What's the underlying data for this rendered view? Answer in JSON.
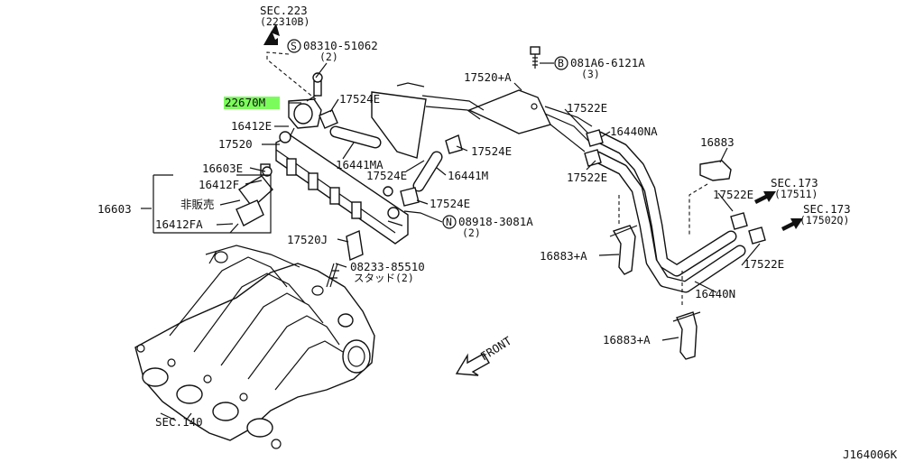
{
  "labels": {
    "sec223": "SEC.223",
    "sec223_sub": "(22310B)",
    "s_code": "S",
    "bolt_08310": "08310-51062",
    "qty_2a": "(2)",
    "b_code": "B",
    "bolt_081a6": "081A6-6121A",
    "qty_3": "(3)",
    "p22670m": "22670M",
    "p16412e": "16412E",
    "p17520": "17520",
    "p17524e_1": "17524E",
    "p17520a": "17520+A",
    "p17522e_1": "17522E",
    "p16440na": "16440NA",
    "p16883": "16883",
    "p17524e_2": "17524E",
    "p16441ma": "16441MA",
    "p17524e_3": "17524E",
    "p16441m": "16441M",
    "p17522e_2": "17522E",
    "p16603e": "16603E",
    "p16412f": "16412F",
    "hihanbai": "非販売",
    "p16603": "16603",
    "p16412fa": "16412FA",
    "p17524e_4": "17524E",
    "n_code": "N",
    "nut_08918": "08918-3081A",
    "qty_2b": "(2)",
    "p17522e_3": "17522E",
    "sec173a": "SEC.173",
    "sec173a_sub": "(17511)",
    "sec173b": "SEC.173",
    "sec173b_sub": "(17502Q)",
    "p17520j": "17520J",
    "stud_08233": "08233-85510",
    "stud_sub": "スタッド(2)",
    "p16883a_1": "16883+A",
    "p17522e_4": "17522E",
    "p16440n": "16440N",
    "p16883a_2": "16883+A",
    "front": "FRONT",
    "sec140": "SEC.140",
    "drawing_no": "J164006K"
  },
  "colors": {
    "highlight": "#7CFC5C",
    "ink": "#111111"
  },
  "icons": {
    "arrow": "solid-black-arrow",
    "front": "outline-front-arrow"
  }
}
